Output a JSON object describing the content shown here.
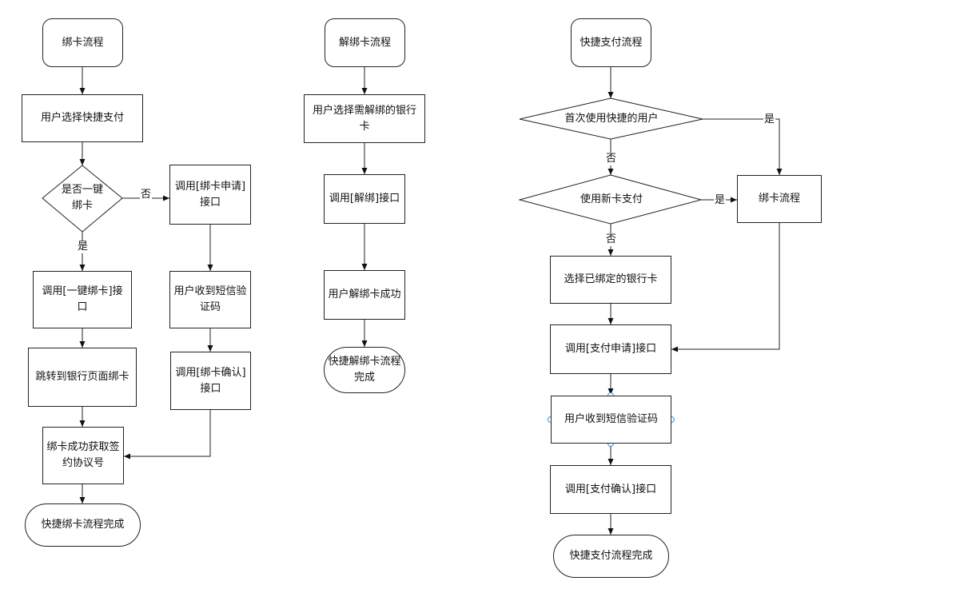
{
  "flow1": {
    "start": "绑卡流程",
    "select_pay": "用户选择快捷支付",
    "decision_oneclick": "是否一键绑卡",
    "yes": "是",
    "no": "否",
    "call_oneclick": "调用[一键绑卡]接口",
    "jump_bank": "跳转到银行页面绑卡",
    "call_apply": "调用[绑卡申请]接口",
    "sms": "用户收到短信验证码",
    "call_confirm": "调用[绑卡确认]接口",
    "success": "绑卡成功获取签约协议号",
    "end": "快捷绑卡流程完成"
  },
  "flow2": {
    "start": "解绑卡流程",
    "select_card": "用户选择需解绑的银行卡",
    "call_unbind": "调用[解绑]接口",
    "success": "用户解绑卡成功",
    "end": "快捷解绑卡流程完成"
  },
  "flow3": {
    "start": "快捷支付流程",
    "decision_first": "首次使用快捷的用户",
    "decision_new": "使用新卡支付",
    "yes1": "是",
    "no1": "否",
    "yes2": "是",
    "no2": "否",
    "bind": "绑卡流程",
    "select_bound": "选择已绑定的银行卡",
    "call_pay_apply": "调用[支付申请]接口",
    "sms": "用户收到短信验证码",
    "call_pay_confirm": "调用[支付确认]接口",
    "end": "快捷支付流程完成"
  }
}
